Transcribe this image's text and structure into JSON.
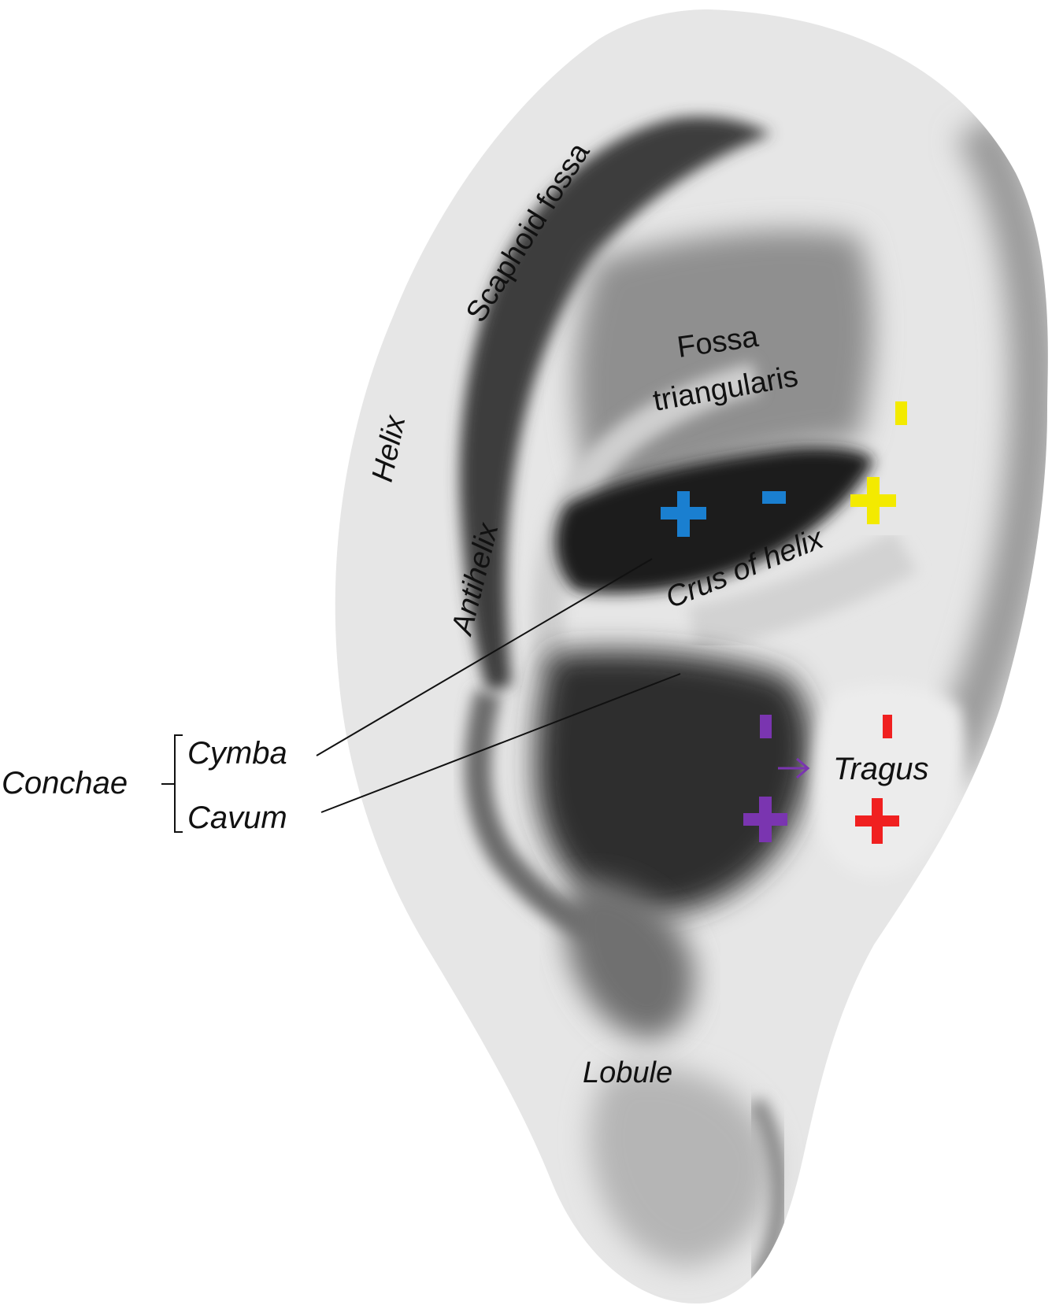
{
  "labels": {
    "scaphoid_fossa": "Scaphoid fossa",
    "fossa_line1": "Fossa",
    "fossa_line2": "triangularis",
    "helix": "Helix",
    "antihelix": "Antihelix",
    "crus_of_helix": "Crus of helix",
    "conchae": "Conchae",
    "cymba": "Cymba",
    "cavum": "Cavum",
    "tragus": "Tragus",
    "lobule": "Lobule"
  },
  "electrodes": [
    {
      "name": "blue",
      "color": "#1a7fd0"
    },
    {
      "name": "yellow",
      "color": "#f3ea00"
    },
    {
      "name": "purple",
      "color": "#7a35b0"
    },
    {
      "name": "red",
      "color": "#f02020"
    }
  ],
  "colors": {
    "leader_line": "#111111",
    "arrow": "#7a35b0"
  }
}
